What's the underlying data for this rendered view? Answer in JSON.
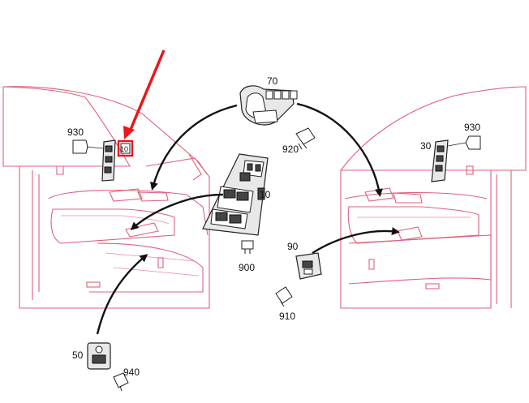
{
  "labels": {
    "l70": "70",
    "l930a": "930",
    "l930b": "930",
    "l30": "30",
    "l920": "920",
    "l10": "10",
    "l900": "900",
    "l90": "90",
    "l910": "910",
    "l50": "50",
    "l940": "940",
    "l10small": "10"
  },
  "colors": {
    "door_outline": "#e0607a",
    "highlight": "#e8171c",
    "arrow": "#111111"
  }
}
